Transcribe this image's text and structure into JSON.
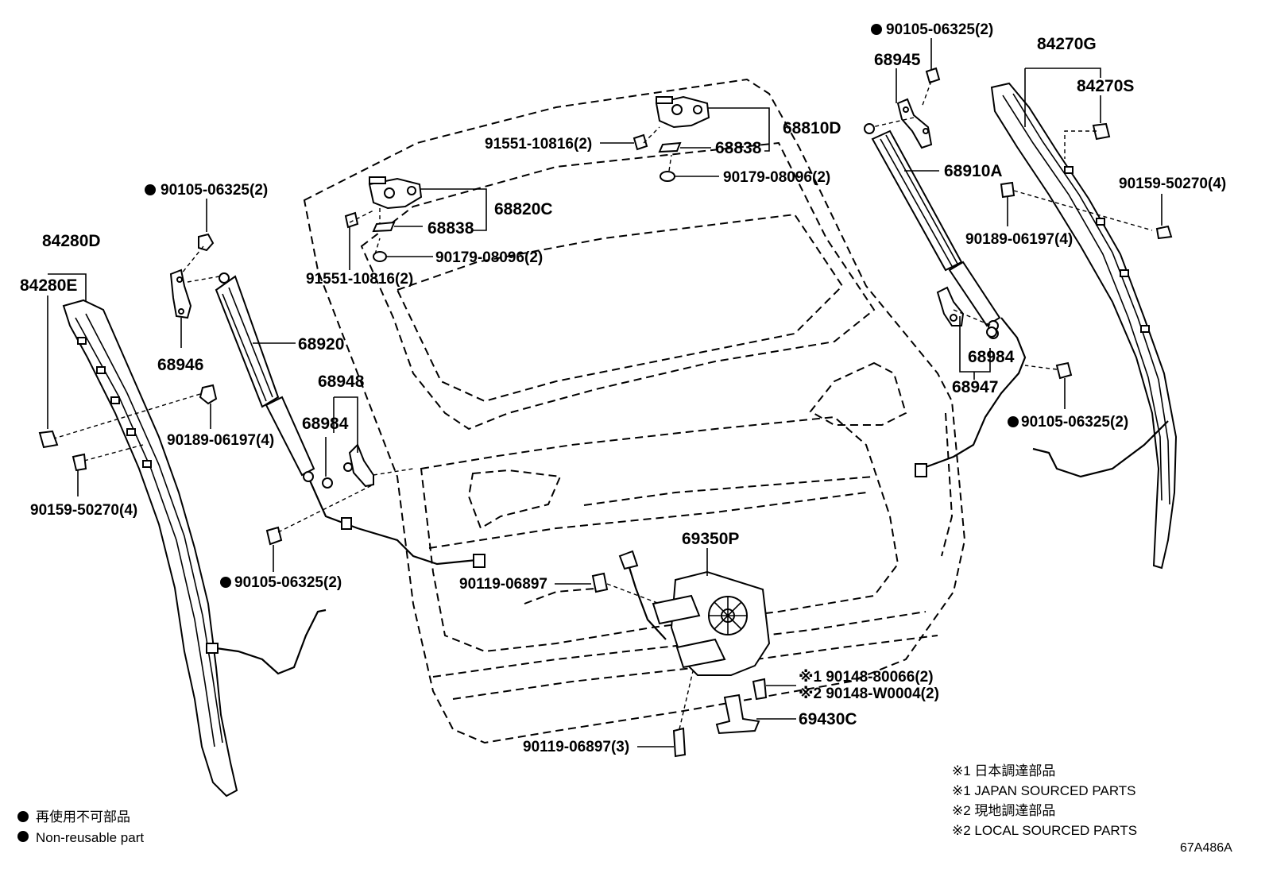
{
  "diagram_code": "67A486A",
  "labels": {
    "p90105_top_right": "90105-06325(2)",
    "p68945": "68945",
    "p84270G": "84270G",
    "p84270S": "84270S",
    "p68810D": "68810D",
    "p68838_upper": "68838",
    "p91551_upper": "91551-10816(2)",
    "p90179_upper": "90179-08096(2)",
    "p68910A": "68910A",
    "p90159_right": "90159-50270(4)",
    "p90189_right": "90189-06197(4)",
    "p90105_left_top": "90105-06325(2)",
    "p68820C": "68820C",
    "p68838_lower": "68838",
    "p90179_lower": "90179-08096(2)",
    "p91551_lower": "91551-10816(2)",
    "p84280D": "84280D",
    "p84280E": "84280E",
    "p68946": "68946",
    "p68920": "68920",
    "p68948": "68948",
    "p68984_left": "68984",
    "p90189_left": "90189-06197(4)",
    "p90159_left": "90159-50270(4)",
    "p68984_right": "68984",
    "p68947": "68947",
    "p90105_right_mid": "90105-06325(2)",
    "p90105_left_bottom": "90105-06325(2)",
    "p69350P": "69350P",
    "p90119_single": "90119-06897",
    "p90148_1": "※1 90148-80066(2)",
    "p90148_2": "※2 90148-W0004(2)",
    "p69430C": "69430C",
    "p90119_multi": "90119-06897(3)"
  },
  "legend": {
    "non_reusable_ja": "再使用不可部品",
    "non_reusable_en": "Non-reusable part"
  },
  "notes": [
    "※1 日本調達部品",
    "※1 JAPAN SOURCED PARTS",
    "※2 現地調達部品",
    "※2 LOCAL SOURCED PARTS"
  ]
}
